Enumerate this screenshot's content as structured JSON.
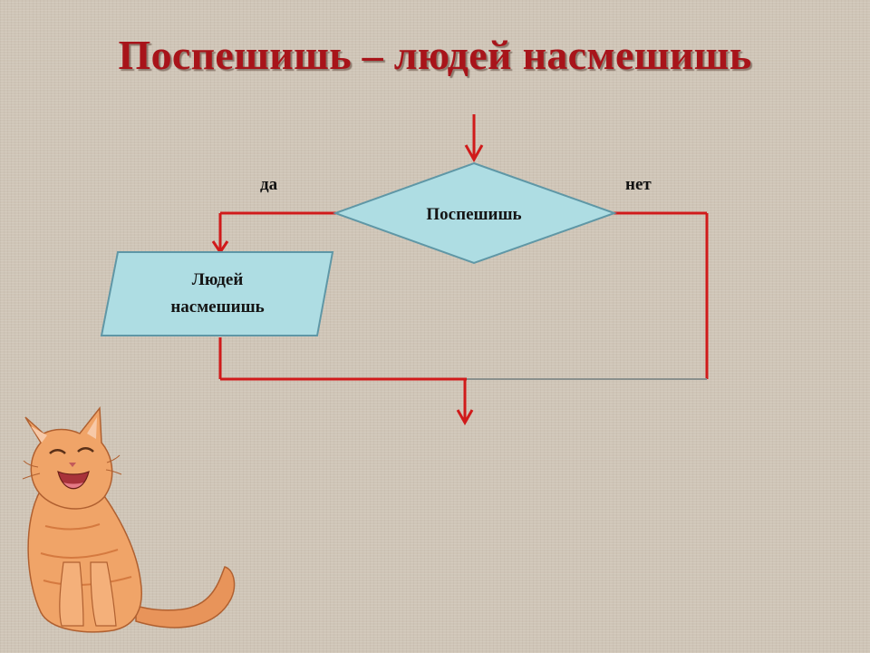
{
  "title": "Поспешишь – людей насмешишь",
  "diagram": {
    "decision": {
      "label": "Поспешишь"
    },
    "yes_label": "да",
    "no_label": "нет",
    "output": {
      "line1": "Людей",
      "line2": "насмешишь"
    }
  },
  "colors": {
    "title": "#a8141a",
    "arrow": "#d01a1a",
    "shape_fill": "#aedde3",
    "shape_stroke": "#5f97a6",
    "background": "#cfc5b7"
  },
  "icons": {
    "illustration": "laughing-cat-illustration"
  }
}
